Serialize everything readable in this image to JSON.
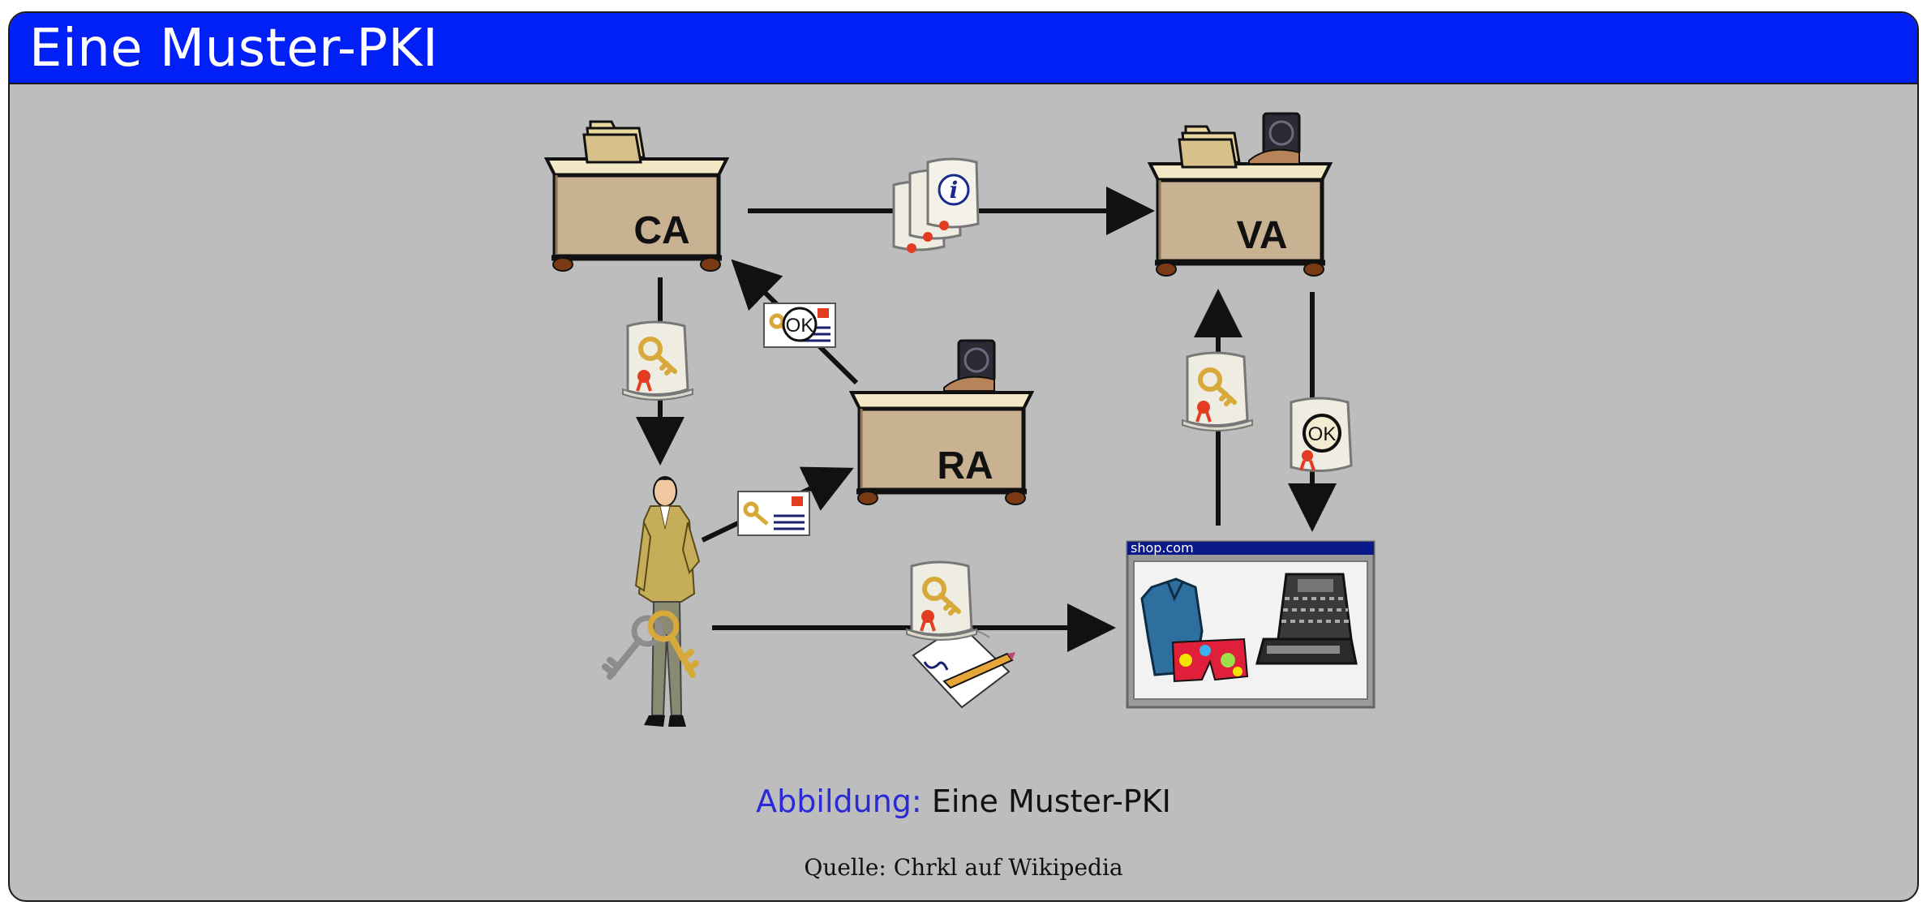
{
  "slide": {
    "title": "Eine Muster-PKI"
  },
  "diagram": {
    "nodes": {
      "ca": {
        "label": "CA"
      },
      "va": {
        "label": "VA"
      },
      "ra": {
        "label": "RA"
      }
    },
    "ok_stamp": "OK",
    "shop": {
      "title": "shop.com"
    }
  },
  "caption": {
    "label": "Abbildung:",
    "text": "Eine Muster-PKI"
  },
  "source": "Quelle: Chrkl auf Wikipedia",
  "colors": {
    "title_bar": "#0120f5",
    "background": "#bdbdbd",
    "caption_label": "#2a2ad8"
  }
}
